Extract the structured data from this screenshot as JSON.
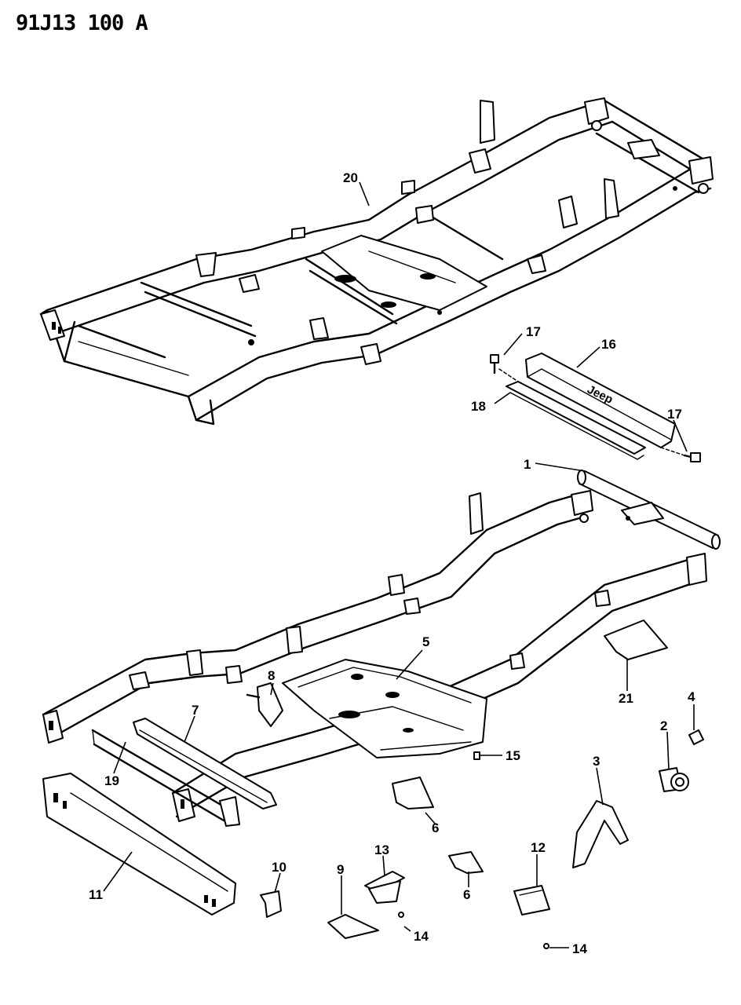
{
  "diagram_code": "91J13 100 A",
  "callouts": [
    {
      "id": "20",
      "label": "20"
    },
    {
      "id": "17a",
      "label": "17"
    },
    {
      "id": "16",
      "label": "16"
    },
    {
      "id": "18",
      "label": "18"
    },
    {
      "id": "17b",
      "label": "17"
    },
    {
      "id": "1",
      "label": "1"
    },
    {
      "id": "5",
      "label": "5"
    },
    {
      "id": "8",
      "label": "8"
    },
    {
      "id": "7",
      "label": "7"
    },
    {
      "id": "19",
      "label": "19"
    },
    {
      "id": "21",
      "label": "21"
    },
    {
      "id": "4",
      "label": "4"
    },
    {
      "id": "2",
      "label": "2"
    },
    {
      "id": "15",
      "label": "15"
    },
    {
      "id": "3",
      "label": "3"
    },
    {
      "id": "6a",
      "label": "6"
    },
    {
      "id": "11",
      "label": "11"
    },
    {
      "id": "10",
      "label": "10"
    },
    {
      "id": "9",
      "label": "9"
    },
    {
      "id": "13",
      "label": "13"
    },
    {
      "id": "6b",
      "label": "6"
    },
    {
      "id": "12",
      "label": "12"
    },
    {
      "id": "14a",
      "label": "14"
    },
    {
      "id": "14b",
      "label": "14"
    }
  ],
  "emblem_text": "Jeep"
}
